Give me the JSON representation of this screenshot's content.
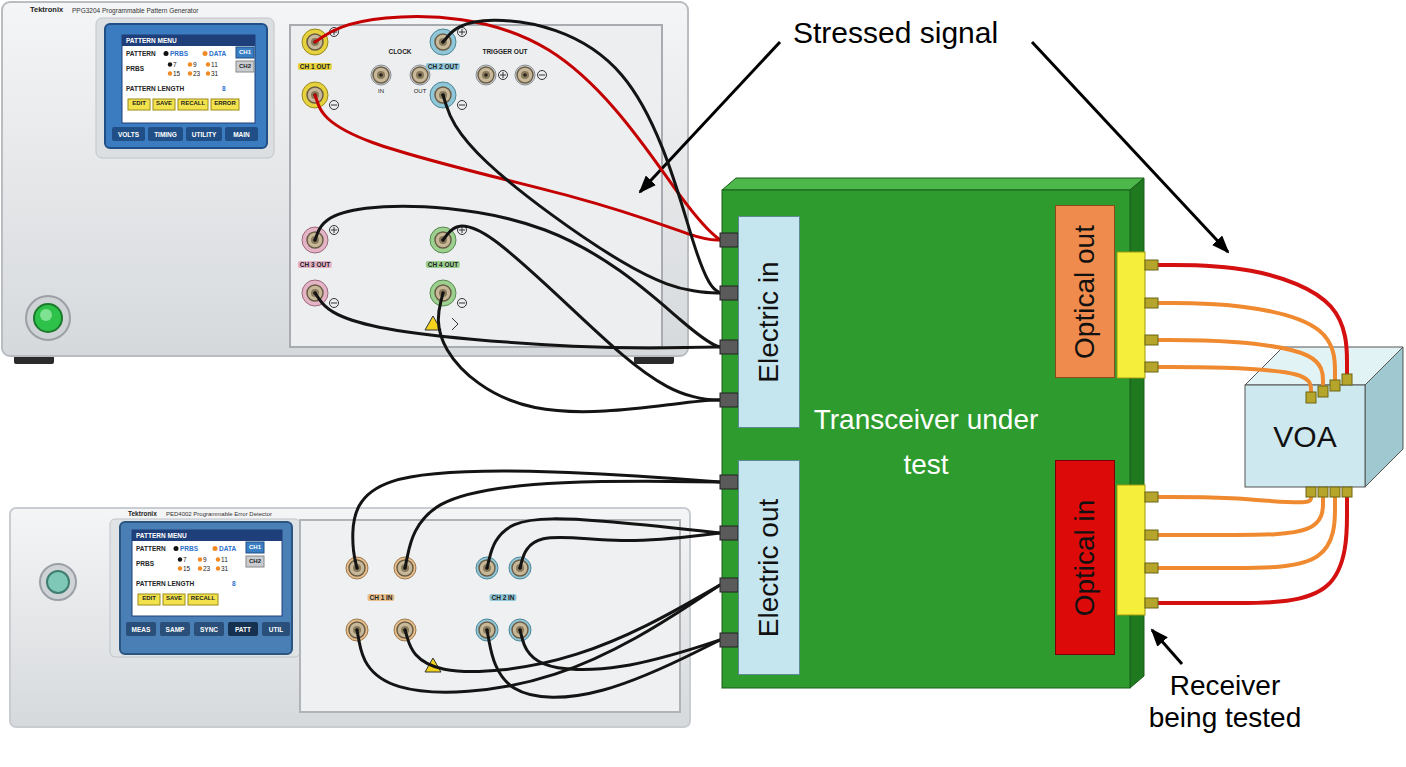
{
  "diagram": {
    "nodes": [
      {
        "text": [
          "Tektronix",
          "PPG3204 Programmable Pattern Generator"
        ]
      },
      {
        "text": [
          "Transceiver under test"
        ]
      },
      {
        "text": [
          "Electric in"
        ],
        "in": 1
      },
      {
        "text": [
          "Optical out"
        ],
        "in": 1
      },
      {
        "text": [
          "Electric out"
        ],
        "in": 1
      },
      {
        "text": [
          "Optical in"
        ],
        "in": 1
      },
      {
        "text": [
          "VOA"
        ]
      },
      {
        "text": [
          "Tektronix",
          "PED4002 Programmable Error Detector"
        ]
      }
    ],
    "edges": [
      {
        "from": 0,
        "to": 2,
        "arrow": "none"
      },
      {
        "from": 0,
        "to": 2,
        "arrow": "none"
      },
      {
        "from": 0,
        "to": 2,
        "arrow": "none"
      },
      {
        "from": 0,
        "to": 2,
        "arrow": "none"
      },
      {
        "from": 0,
        "to": 2,
        "arrow": "none"
      },
      {
        "from": 0,
        "to": 2,
        "arrow": "none"
      },
      {
        "from": 0,
        "to": 2,
        "arrow": "none"
      },
      {
        "from": 0,
        "to": 2,
        "arrow": "none"
      },
      {
        "from": 3,
        "to": 6,
        "arrow": "none"
      },
      {
        "from": 3,
        "to": 6,
        "arrow": "none"
      },
      {
        "from": 3,
        "to": 6,
        "arrow": "none"
      },
      {
        "from": 3,
        "to": 6,
        "arrow": "none"
      },
      {
        "from": 6,
        "to": 5,
        "arrow": "none"
      },
      {
        "from": 6,
        "to": 5,
        "arrow": "none"
      },
      {
        "from": 6,
        "to": 5,
        "arrow": "none"
      },
      {
        "from": 6,
        "to": 5,
        "arrow": "none"
      },
      {
        "from": 4,
        "to": 7,
        "arrow": "none"
      },
      {
        "from": 4,
        "to": 7,
        "arrow": "none"
      },
      {
        "from": 4,
        "to": 7,
        "arrow": "none"
      },
      {
        "from": 4,
        "to": 7,
        "arrow": "none"
      },
      {
        "from": 4,
        "to": 7,
        "arrow": "none"
      },
      {
        "from": 4,
        "to": 7,
        "arrow": "none"
      },
      {
        "from": 4,
        "to": 7,
        "arrow": "none"
      },
      {
        "from": 4,
        "to": 7,
        "arrow": "none"
      }
    ],
    "labels": [
      "Stressed signal",
      "Receiver being tested",
      "PATTERN MENU",
      "PATTERN",
      "PRBS",
      "DATA",
      "CH1",
      "CH2",
      "PRBS",
      "7",
      "9",
      "11",
      "15",
      "23",
      "31",
      "PATTERN LENGTH",
      "8",
      "EDIT",
      "SAVE",
      "RECALL",
      "ERROR",
      "VOLTS",
      "TIMING",
      "UTILITY",
      "MAIN",
      "CH 1 OUT",
      "CLOCK",
      "IN",
      "OUT",
      "CH 2 OUT",
      "TRIGGER OUT",
      "CH 3 OUT",
      "CH 4 OUT",
      "PATTERN MENU",
      "PATTERN",
      "PRBS",
      "DATA",
      "CH1",
      "CH2",
      "PRBS",
      "7",
      "9",
      "11",
      "15",
      "23",
      "31",
      "PATTERN LENGTH",
      "8",
      "EDIT",
      "SAVE",
      "RECALL",
      "MEAS",
      "SAMP",
      "SYNC",
      "PATT",
      "UTIL",
      "CH 1 IN",
      "CH 2 IN"
    ]
  }
}
